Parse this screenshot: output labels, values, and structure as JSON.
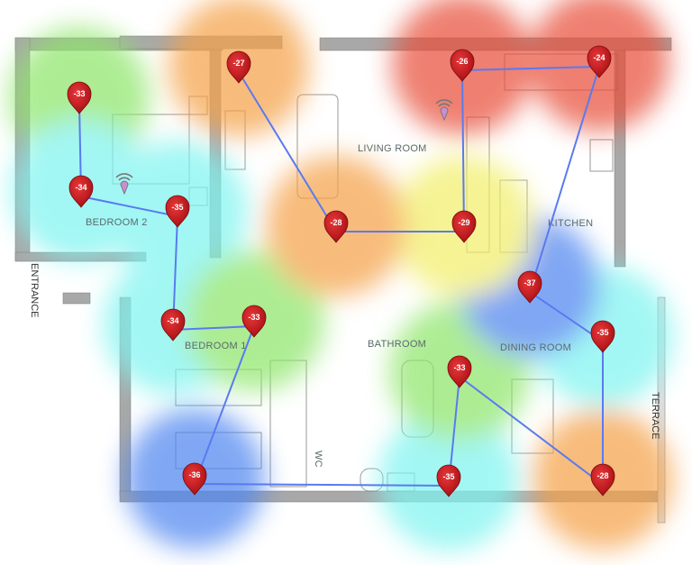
{
  "rooms": {
    "living_room": "LIVING ROOM",
    "kitchen": "KITCHEN",
    "bedroom_2": "BEDROOM 2",
    "bedroom_1": "BEDROOM 1",
    "bathroom": "BATHROOM",
    "dining_room": "DINING ROOM",
    "wc": "WC",
    "entrance": "ENTRANCE",
    "terrace": "TERRACE"
  },
  "measurements": [
    {
      "label": "-33",
      "signal": -33
    },
    {
      "label": "-34",
      "signal": -34
    },
    {
      "label": "-35",
      "signal": -35
    },
    {
      "label": "-34",
      "signal": -34
    },
    {
      "label": "-33",
      "signal": -33
    },
    {
      "label": "-36",
      "signal": -36
    },
    {
      "label": "-35",
      "signal": -35
    },
    {
      "label": "-33",
      "signal": -33
    },
    {
      "label": "-28",
      "signal": -28
    },
    {
      "label": "-35",
      "signal": -35
    },
    {
      "label": "-37",
      "signal": -37
    },
    {
      "label": "-24",
      "signal": -24
    },
    {
      "label": "-26",
      "signal": -26
    },
    {
      "label": "-29",
      "signal": -29
    },
    {
      "label": "-28",
      "signal": -28
    },
    {
      "label": "-27",
      "signal": -27
    }
  ],
  "access_points": [
    "router-bedroom-2",
    "router-living-room",
    "router-kitchen"
  ],
  "colors": {
    "strong": "#e8503a",
    "good": "#f5a24a",
    "medium": "#f2ef6a",
    "fair": "#8ee66a",
    "weak": "#7ff4f0",
    "poor": "#4f86f0",
    "pin": "#c0161a",
    "path": "#5a7af0"
  }
}
